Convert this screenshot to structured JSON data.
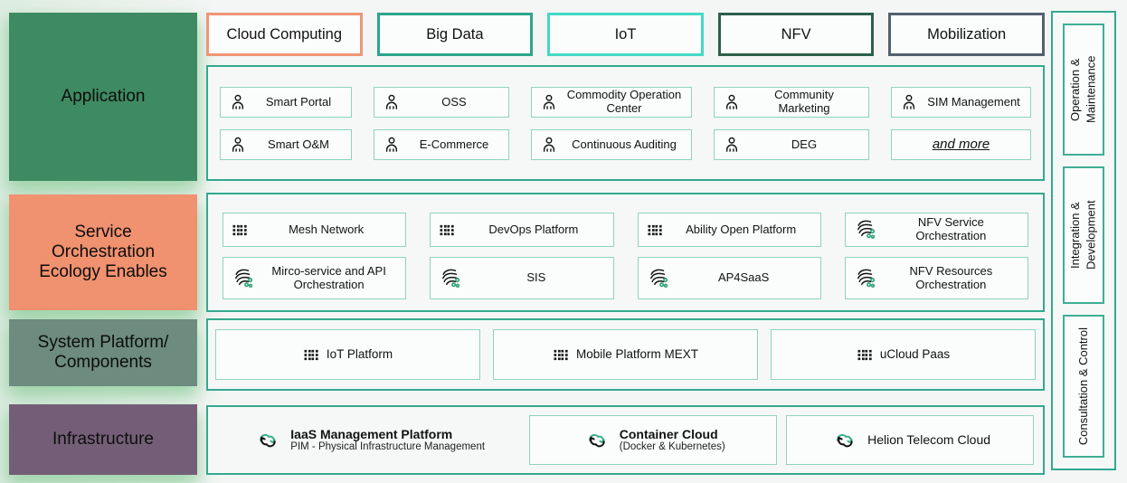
{
  "palette": {
    "outer_border": "#35a88f",
    "inner_border": "#8fd3c0",
    "background": "#f4f6f5",
    "green_glow": "#9ccfa8",
    "dot_green": "#2fa277"
  },
  "left_layers": [
    {
      "label": "Application",
      "style": "background:#3e8a62"
    },
    {
      "label": "Service Orchestration Ecology Enables",
      "style": "background:#f0916f"
    },
    {
      "label": "System Platform/ Components",
      "style": "background:#6d8b7f"
    },
    {
      "label": "Infrastructure",
      "style": "background:#745e77"
    }
  ],
  "categories": [
    {
      "label": "Cloud Computing",
      "style": "border-color:#f09577"
    },
    {
      "label": "Big Data",
      "style": "border-color:#2da48c"
    },
    {
      "label": "IoT",
      "style": "border-color:#44d9c5"
    },
    {
      "label": "NFV",
      "style": "border-color:#2c5f4b"
    },
    {
      "label": "Mobilization",
      "style": "border-color:#53616f"
    }
  ],
  "application": {
    "items": [
      {
        "label": "Smart Portal",
        "icon": "person-icon"
      },
      {
        "label": "OSS",
        "icon": "person-icon"
      },
      {
        "label": "Commodity Operation Center",
        "icon": "person-icon"
      },
      {
        "label": "Community Marketing",
        "icon": "person-icon"
      },
      {
        "label": "SIM Management",
        "icon": "person-icon"
      },
      {
        "label": "Smart O&M",
        "icon": "person-icon"
      },
      {
        "label": "E-Commerce",
        "icon": "person-icon"
      },
      {
        "label": "Continuous Auditing",
        "icon": "person-icon"
      },
      {
        "label": "DEG",
        "icon": "person-icon"
      },
      {
        "label": "and more",
        "icon": "none"
      }
    ]
  },
  "service": {
    "items": [
      {
        "label": "Mesh Network",
        "icon": "grid-icon"
      },
      {
        "label": "DevOps Platform",
        "icon": "grid-icon"
      },
      {
        "label": "Ability Open Platform",
        "icon": "grid-icon"
      },
      {
        "label": "NFV Service Orchestration",
        "icon": "swirl-icon"
      },
      {
        "label": "Mirco-service and API Orchestration",
        "icon": "swirl-icon"
      },
      {
        "label": "SIS",
        "icon": "swirl-icon"
      },
      {
        "label": "AP4SaaS",
        "icon": "swirl-icon"
      },
      {
        "label": "NFV Resources Orchestration",
        "icon": "swirl-icon"
      }
    ]
  },
  "system": {
    "items": [
      {
        "label": "IoT Platform",
        "icon": "grid-icon"
      },
      {
        "label": "Mobile Platform MEXT",
        "icon": "grid-icon"
      },
      {
        "label": "uCloud Paas",
        "icon": "grid-icon"
      }
    ]
  },
  "infrastructure": {
    "items": [
      {
        "title": "IaaS Management Platform",
        "sub": "PIM - Physical Infrastructure Management",
        "icon": "cloud-icon"
      },
      {
        "title": "Container Cloud",
        "sub": "(Docker & Kubernetes)",
        "icon": "cloud-icon"
      },
      {
        "title": "Helion Telecom Cloud",
        "sub": "",
        "icon": "cloud-icon"
      }
    ]
  },
  "sidebar": {
    "items": [
      {
        "label": "Operation & Maintenance"
      },
      {
        "label": "Integration & Development"
      },
      {
        "label": "Consultation & Control"
      }
    ]
  }
}
